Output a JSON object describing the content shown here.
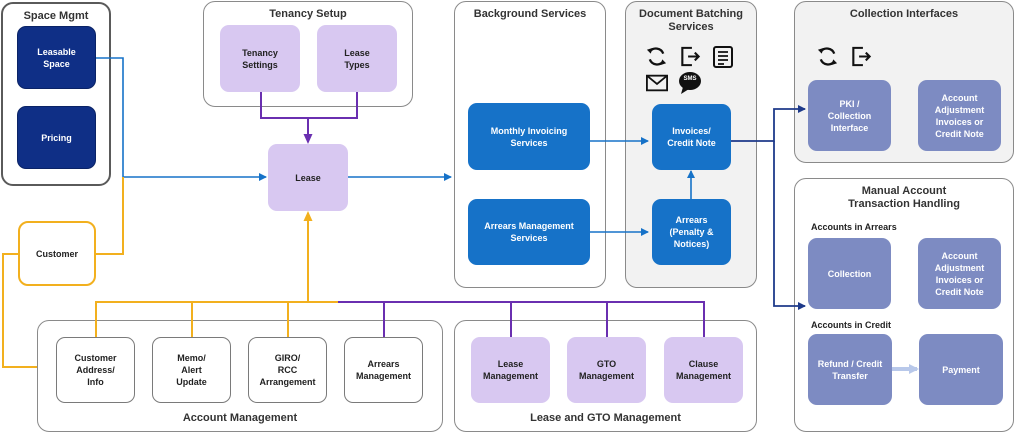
{
  "groups": {
    "space_mgmt": "Space Mgmt",
    "tenancy_setup": "Tenancy Setup",
    "background_services": "Background Services",
    "doc_batching": "Document Batching\nServices",
    "collection_interfaces": "Collection Interfaces",
    "manual_handling": "Manual Account\nTransaction Handling",
    "account_management": "Account Management",
    "lease_gto_management": "Lease and GTO Management"
  },
  "section_labels": {
    "accounts_in_arrears": "Accounts in Arrears",
    "accounts_in_credit": "Accounts in Credit"
  },
  "nodes": {
    "leasable_space": "Leasable\nSpace",
    "pricing": "Pricing",
    "tenancy_settings": "Tenancy\nSettings",
    "lease_types": "Lease\nTypes",
    "lease": "Lease",
    "customer": "Customer",
    "monthly_invoicing": "Monthly Invoicing\nServices",
    "arrears_mgmt_services": "Arrears Management\nServices",
    "invoices_credit_note": "Invoices/\nCredit Note",
    "arrears_penalty": "Arrears\n(Penalty &\nNotices)",
    "pki_collection": "PKI /\nCollection\nInterface",
    "account_adjustment_1": "Account\nAdjustment\nInvoices or\nCredit Note",
    "collection": "Collection",
    "account_adjustment_2": "Account\nAdjustment\nInvoices or\nCredit Note",
    "refund_credit": "Refund / Credit\nTransfer",
    "payment": "Payment",
    "customer_address": "Customer\nAddress/\nInfo",
    "memo_alert": "Memo/\nAlert\nUpdate",
    "giro_rcc": "GIRO/\nRCC\nArrangement",
    "arrears_management": "Arrears\nManagement",
    "lease_management": "Lease\nManagement",
    "gto_management": "GTO\nManagement",
    "clause_management": "Clause\nManagement"
  },
  "icons": {
    "sms_text": "SMS",
    "names": [
      "sync-icon",
      "export-icon",
      "document-icon",
      "mail-icon",
      "sms-bubble-icon"
    ]
  },
  "colors": {
    "navy": "#0f2f86",
    "blue": "#1672c8",
    "lavender": "#d8c8f1",
    "slate": "#7d8bc2",
    "orange": "#f2b01e",
    "purple": "#6a2fb0",
    "connector_blue": "#1672c8",
    "connector_navy": "#1e3a8a"
  }
}
